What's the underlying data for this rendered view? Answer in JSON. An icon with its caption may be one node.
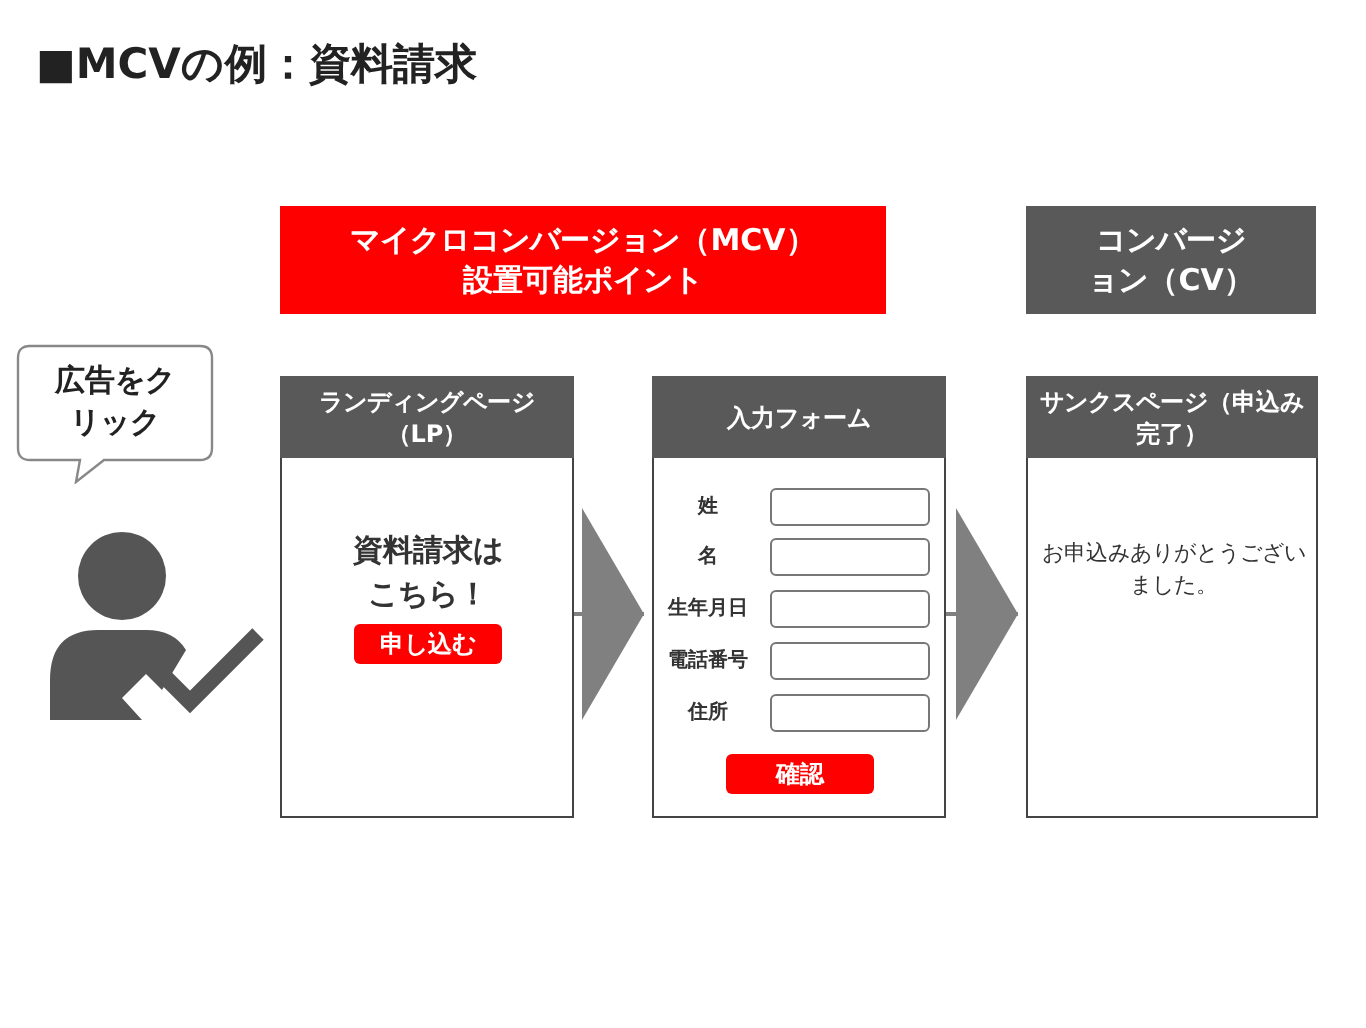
{
  "diagram": {
    "title": "■MCVの例：資料請求",
    "nodes": [
      {
        "text": [
          "マイクロコンバージョン（MCV）設置可能ポイント"
        ]
      },
      {
        "text": [
          "コンバージョン（CV）"
        ]
      },
      {
        "text": [
          "広告をクリック"
        ]
      },
      {
        "text": [],
        "shape": "person"
      },
      {
        "text": [
          "ランディングページ（LP）",
          "資料請求はこちら！"
        ]
      },
      {
        "text": [
          "申し込む"
        ],
        "in": 4
      },
      {
        "text": [
          "入力フォーム"
        ]
      },
      {
        "text": [],
        "shape": "box",
        "in": 6,
        "beside": [
          "姓"
        ]
      },
      {
        "text": [],
        "shape": "box",
        "in": 6,
        "beside": [
          "名"
        ]
      },
      {
        "text": [],
        "shape": "box",
        "in": 6,
        "beside": [
          "生年月日"
        ]
      },
      {
        "text": [],
        "shape": "box",
        "in": 6,
        "beside": [
          "電話番号"
        ]
      },
      {
        "text": [],
        "shape": "box",
        "in": 6,
        "beside": [
          "住所"
        ]
      },
      {
        "text": [
          "確認"
        ],
        "in": 6
      },
      {
        "text": [
          "サンクスページ（申込み完了）",
          "お申込みありがとうございました。"
        ]
      }
    ],
    "edges": [
      {
        "from": 4,
        "to": 6,
        "arrow": "to"
      },
      {
        "from": 6,
        "to": 13,
        "arrow": "to"
      }
    ]
  }
}
